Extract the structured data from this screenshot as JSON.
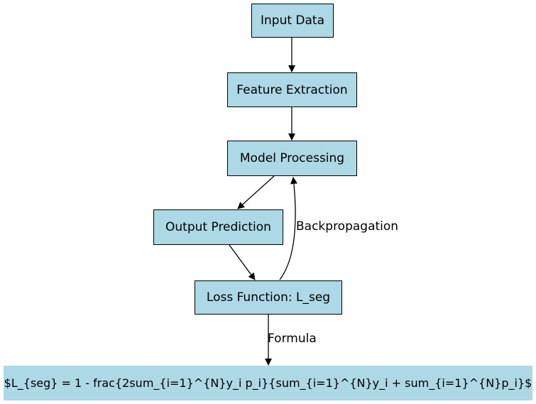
{
  "nodes": {
    "input_data": "Input Data",
    "feature_extraction": "Feature Extraction",
    "model_processing": "Model Processing",
    "output_prediction": "Output Prediction",
    "loss_function": "Loss Function: L_seg",
    "formula": "$L_{seg} = 1 - frac{2sum_{i=1}^{N}y_i p_i}{sum_{i=1}^{N}y_i + sum_{i=1}^{N}p_i}$"
  },
  "edge_labels": {
    "backpropagation": "Backpropagation",
    "formula": "Formula"
  },
  "colors": {
    "node_fill": "#add8e6",
    "node_border": "#000000",
    "edge": "#000000"
  }
}
